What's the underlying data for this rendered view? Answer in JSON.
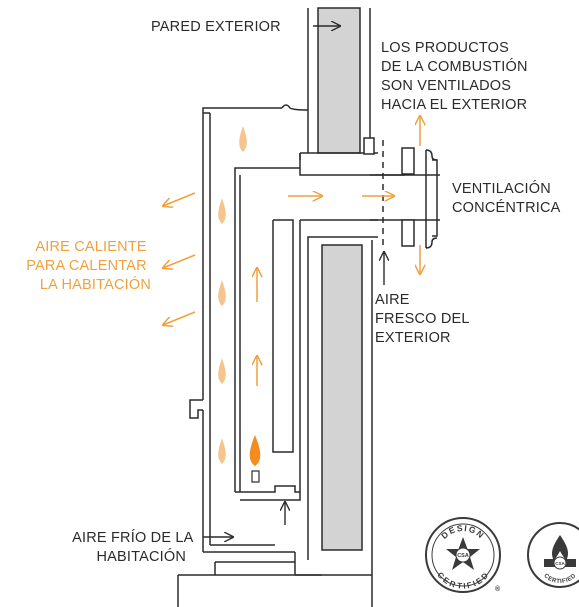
{
  "labels": {
    "exterior_wall": "PARED EXTERIOR",
    "combustion_products": [
      "LOS PRODUCTOS",
      "DE LA COMBUSTIÓN",
      "SON VENTILADOS",
      "HACIA EL EXTERIOR"
    ],
    "concentric_vent": [
      "VENTILACIÓN",
      "CONCÉNTRICA"
    ],
    "hot_air": [
      "AIRE CALIENTE",
      "PARA CALENTAR",
      "LA HABITACIÓN"
    ],
    "fresh_air": [
      "AIRE",
      "FRESCO DEL",
      "EXTERIOR"
    ],
    "cold_air": [
      "AIRE FRÍO DE LA",
      "HABITACIÓN"
    ]
  },
  "badges": {
    "design_certified": {
      "top": "DESIGN",
      "bottom": "CERTIFIED",
      "center": "CSA",
      "mark": "®"
    },
    "certified": {
      "bottom": "CERTIFIED",
      "center": "CSA"
    }
  },
  "colors": {
    "line": "#2b2b2b",
    "wall_fill": "#d3d3d3",
    "hot_air": "#f0a13c",
    "flame": "#f28c1e",
    "flame_light": "#f5c48f"
  }
}
